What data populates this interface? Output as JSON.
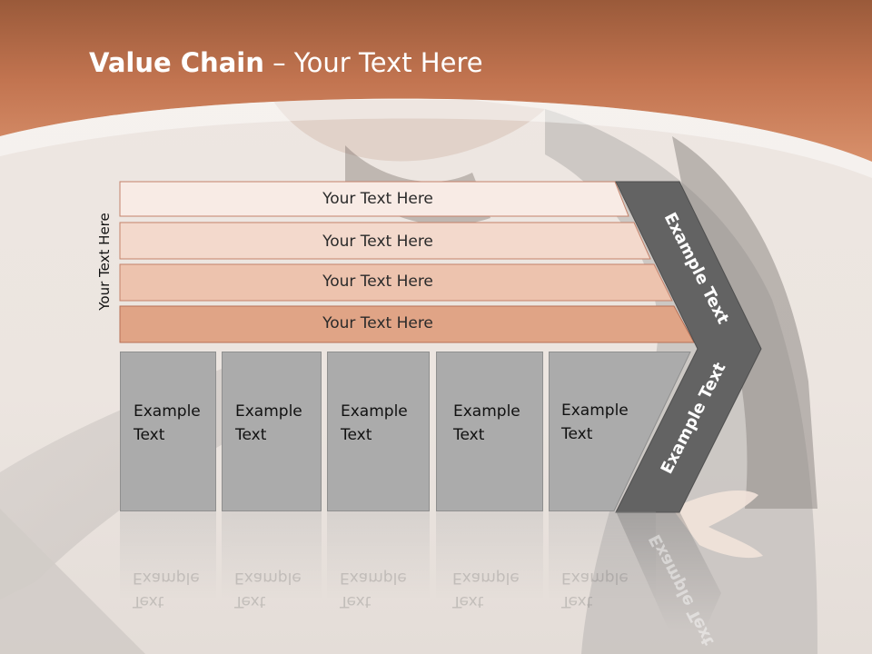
{
  "slide": {
    "title_bold": "Value Chain",
    "title_rest": " – Your Text Here",
    "vertical_label": "Your Text Here"
  },
  "rows": [
    {
      "label": "Your Text Here"
    },
    {
      "label": "Your Text Here"
    },
    {
      "label": "Your Text Here"
    },
    {
      "label": "Your Text Here"
    }
  ],
  "boxes": [
    {
      "line1": "Example",
      "line2": "Text"
    },
    {
      "line1": "Example",
      "line2": "Text"
    },
    {
      "line1": "Example",
      "line2": "Text"
    },
    {
      "line1": "Example",
      "line2": "Text"
    },
    {
      "line1": "Example",
      "line2": "Text"
    }
  ],
  "chevron": {
    "top_label": "Example Text",
    "bottom_label": "Example Text"
  },
  "colors": {
    "header": "#c97a55",
    "row1": "#f8ebe5",
    "row2": "#f3d9cc",
    "row3": "#edc3ae",
    "row4": "#e0a486",
    "box": "#ababab",
    "chevron": "#636363"
  }
}
